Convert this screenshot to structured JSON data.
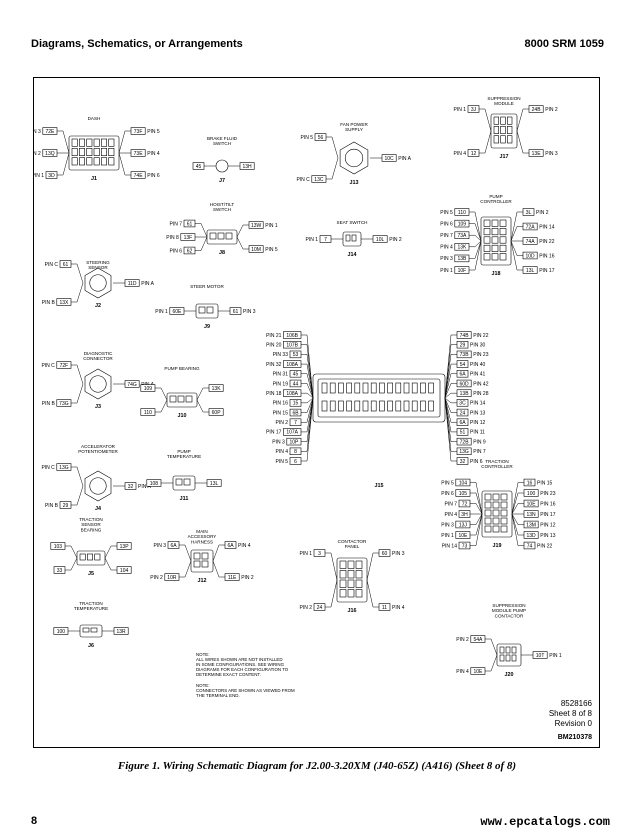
{
  "header": {
    "left": "Diagrams, Schematics, or Arrangements",
    "right": "8000 SRM 1059"
  },
  "caption": "Figure 1. Wiring Schematic Diagram for J2.00-3.20XM (J40-65Z) (A416) (Sheet 8 of 8)",
  "page_number": "8",
  "watermark": "www.epcatalogs.com",
  "doc_ref": {
    "number": "8528166",
    "sheet": "Sheet 8 of 8",
    "revision": "Revision 0"
  },
  "bm_code": "BM210378",
  "notes": [
    "NOTE:",
    "ALL WIRES SHOWN ARE NOT INSTALLED",
    "IN SOME CONFIGURATIONS. SEE WIRING",
    "DIAGRAMS FOR EACH CONFIGURATION TO",
    "DETERMINE EXACT CONTENT.",
    "NOTE:",
    "CONNECTORS ARE SHOWN AS VIEWED FROM",
    "THE TERMINAL END."
  ],
  "connectors": [
    {
      "id": "J1",
      "title": "DASH",
      "wires": [
        {
          "pin": "PIN 3",
          "wire": "72E"
        },
        {
          "pin": "PIN 2",
          "wire": "13Q"
        },
        {
          "pin": "PIN 1",
          "wire": "3D"
        },
        {
          "pin": "PIN 5",
          "wire": "73F"
        },
        {
          "pin": "PIN 4",
          "wire": "73E"
        },
        {
          "pin": "PIN 6",
          "wire": "74E"
        }
      ]
    },
    {
      "id": "J7",
      "title": "BRAKE FLUID SWITCH",
      "wires": [
        {
          "pin": "",
          "wire": "45"
        },
        {
          "pin": "",
          "wire": "13H"
        }
      ]
    },
    {
      "id": "J13",
      "title": "FAN POWER SUPPLY",
      "wires": [
        {
          "pin": "PIN 5",
          "wire": "56"
        },
        {
          "pin": "PIN C",
          "wire": "13C"
        },
        {
          "pin": "PIN A",
          "wire": "10C"
        }
      ]
    },
    {
      "id": "J17",
      "title": "SUPPRESSION MODULE",
      "wires": [
        {
          "pin": "PIN 1",
          "wire": "3J"
        },
        {
          "pin": "PIN 4",
          "wire": "12"
        },
        {
          "pin": "PIN 2",
          "wire": "24B"
        },
        {
          "pin": "PIN 3",
          "wire": "13E"
        }
      ]
    },
    {
      "id": "J8",
      "title": "HOIST/TILT SWITCH",
      "wires": [
        {
          "pin": "PIN 7",
          "wire": "61"
        },
        {
          "pin": "PIN 8",
          "wire": "13F"
        },
        {
          "pin": "PIN 6",
          "wire": "62"
        },
        {
          "pin": "PIN 1",
          "wire": "13W"
        },
        {
          "pin": "PIN 5",
          "wire": "10M"
        }
      ]
    },
    {
      "id": "J14",
      "title": "SEAT SWITCH",
      "wires": [
        {
          "pin": "PIN 1",
          "wire": "7"
        },
        {
          "pin": "PIN 2",
          "wire": "10L"
        }
      ]
    },
    {
      "id": "J18",
      "title": "PUMP CONTROLLER",
      "wires": [
        {
          "pin": "PIN 5",
          "wire": "110"
        },
        {
          "pin": "PIN 6",
          "wire": "109"
        },
        {
          "pin": "PIN 7",
          "wire": "73A"
        },
        {
          "pin": "PIN 4",
          "wire": "13K"
        },
        {
          "pin": "PIN 3",
          "wire": "13B"
        },
        {
          "pin": "PIN 1",
          "wire": "10F"
        },
        {
          "pin": "PIN 2",
          "wire": "3L"
        },
        {
          "pin": "PIN 14",
          "wire": "72A"
        },
        {
          "pin": "PIN 22",
          "wire": "74A"
        },
        {
          "pin": "PIN 16",
          "wire": "10D"
        },
        {
          "pin": "PIN 17",
          "wire": "13L"
        }
      ]
    },
    {
      "id": "J2",
      "title": "STEERING SENSOR",
      "wires": [
        {
          "pin": "PIN C",
          "wire": "61"
        },
        {
          "pin": "PIN B",
          "wire": "13X"
        },
        {
          "pin": "PIN A",
          "wire": "11D"
        }
      ]
    },
    {
      "id": "J9",
      "title": "STEER MOTOR",
      "wires": [
        {
          "pin": "PIN 1",
          "wire": "60E"
        },
        {
          "pin": "PIN 3",
          "wire": "61"
        }
      ]
    },
    {
      "id": "J3",
      "title": "DIAGNOSTIC CONNECTOR",
      "wires": [
        {
          "pin": "PIN C",
          "wire": "72F"
        },
        {
          "pin": "PIN B",
          "wire": "73G"
        },
        {
          "pin": "PIN A",
          "wire": "74G"
        }
      ]
    },
    {
      "id": "J10",
      "title": "PUMP BEARING",
      "wires": [
        {
          "pin": "",
          "wire": "109"
        },
        {
          "pin": "",
          "wire": "110"
        },
        {
          "pin": "",
          "wire": "13K"
        },
        {
          "pin": "",
          "wire": "60P"
        }
      ]
    },
    {
      "id": "J15",
      "title": "",
      "wires": [
        {
          "pin": "PIN 21",
          "wire": "106B"
        },
        {
          "pin": "PIN 20",
          "wire": "107B"
        },
        {
          "pin": "PIN 33",
          "wire": "53"
        },
        {
          "pin": "PIN 32",
          "wire": "108A"
        },
        {
          "pin": "PIN 31",
          "wire": "45"
        },
        {
          "pin": "PIN 19",
          "wire": "44"
        },
        {
          "pin": "PIN 18",
          "wire": "108A"
        },
        {
          "pin": "PIN 16",
          "wire": "15"
        },
        {
          "pin": "PIN 15",
          "wire": "6B"
        },
        {
          "pin": "PIN 2",
          "wire": "7"
        },
        {
          "pin": "PIN 17",
          "wire": "107A"
        },
        {
          "pin": "PIN 3",
          "wire": "10P"
        },
        {
          "pin": "PIN 4",
          "wire": "8"
        },
        {
          "pin": "PIN 5",
          "wire": "6"
        },
        {
          "pin": "PIN 22",
          "wire": "74B"
        },
        {
          "pin": "PIN 30",
          "wire": "29"
        },
        {
          "pin": "PIN 23",
          "wire": "73B"
        },
        {
          "pin": "PIN 40",
          "wire": "54"
        },
        {
          "pin": "PIN 41",
          "wire": "6A"
        },
        {
          "pin": "PIN 42",
          "wire": "60D"
        },
        {
          "pin": "PIN 28",
          "wire": "13B"
        },
        {
          "pin": "PIN 14",
          "wire": "3C"
        },
        {
          "pin": "PIN 13",
          "wire": "24"
        },
        {
          "pin": "PIN 12",
          "wire": "6A"
        },
        {
          "pin": "PIN 11",
          "wire": "51"
        },
        {
          "pin": "PIN 9",
          "wire": "72B"
        },
        {
          "pin": "PIN 7",
          "wire": "13G"
        },
        {
          "pin": "PIN 6",
          "wire": "32"
        }
      ]
    },
    {
      "id": "J4",
      "title": "ACCELERATOR POTENTIOMETER",
      "wires": [
        {
          "pin": "PIN C",
          "wire": "13G"
        },
        {
          "pin": "PIN B",
          "wire": "29"
        },
        {
          "pin": "PIN A",
          "wire": "32"
        }
      ]
    },
    {
      "id": "J11",
      "title": "PUMP TEMPERATURE",
      "wires": [
        {
          "pin": "",
          "wire": "108"
        },
        {
          "pin": "",
          "wire": "13L"
        }
      ]
    },
    {
      "id": "J19",
      "title": "TRACTION CONTROLLER",
      "wires": [
        {
          "pin": "PIN 5",
          "wire": "104"
        },
        {
          "pin": "PIN 6",
          "wire": "105"
        },
        {
          "pin": "PIN 7",
          "wire": "72"
        },
        {
          "pin": "PIN 4",
          "wire": "3H"
        },
        {
          "pin": "PIN 3",
          "wire": "13J"
        },
        {
          "pin": "PIN 1",
          "wire": "10E"
        },
        {
          "pin": "PIN 14",
          "wire": "73"
        },
        {
          "pin": "PIN 15",
          "wire": "16"
        },
        {
          "pin": "PIN 23",
          "wire": "100"
        },
        {
          "pin": "PIN 16",
          "wire": "10E"
        },
        {
          "pin": "PIN 17",
          "wire": "13N"
        },
        {
          "pin": "PIN 12",
          "wire": "13M"
        },
        {
          "pin": "PIN 13",
          "wire": "13D"
        },
        {
          "pin": "PIN 22",
          "wire": "74"
        }
      ]
    },
    {
      "id": "J5",
      "title": "TRACTION SENSOR BEARING",
      "wires": [
        {
          "pin": "",
          "wire": "103"
        },
        {
          "pin": "",
          "wire": "33"
        },
        {
          "pin": "",
          "wire": "13P"
        },
        {
          "pin": "",
          "wire": "104"
        }
      ]
    },
    {
      "id": "J12",
      "title": "MAIN ACCESSORY HARNESS",
      "wires": [
        {
          "pin": "PIN 3",
          "wire": "6A"
        },
        {
          "pin": "PIN 2",
          "wire": "10R"
        },
        {
          "pin": "PIN 4",
          "wire": "6A"
        },
        {
          "pin": "PIN 2",
          "wire": "11E"
        }
      ]
    },
    {
      "id": "J16",
      "title": "CONTACTOR PANEL",
      "wires": [
        {
          "pin": "PIN 1",
          "wire": "3"
        },
        {
          "pin": "PIN 2",
          "wire": "24"
        },
        {
          "pin": "PIN 3",
          "wire": "60"
        },
        {
          "pin": "PIN 4",
          "wire": "11"
        }
      ]
    },
    {
      "id": "J6",
      "title": "TRACTION TEMPERATURE",
      "wires": [
        {
          "pin": "",
          "wire": "100"
        },
        {
          "pin": "",
          "wire": "13R"
        }
      ]
    },
    {
      "id": "J20",
      "title": "SUPPRESSION MODULE PUMP CONTACTOR",
      "wires": [
        {
          "pin": "PIN 2",
          "wire": "54A"
        },
        {
          "pin": "PIN 4",
          "wire": "10E"
        },
        {
          "pin": "PIN 1",
          "wire": "10T"
        }
      ]
    }
  ]
}
